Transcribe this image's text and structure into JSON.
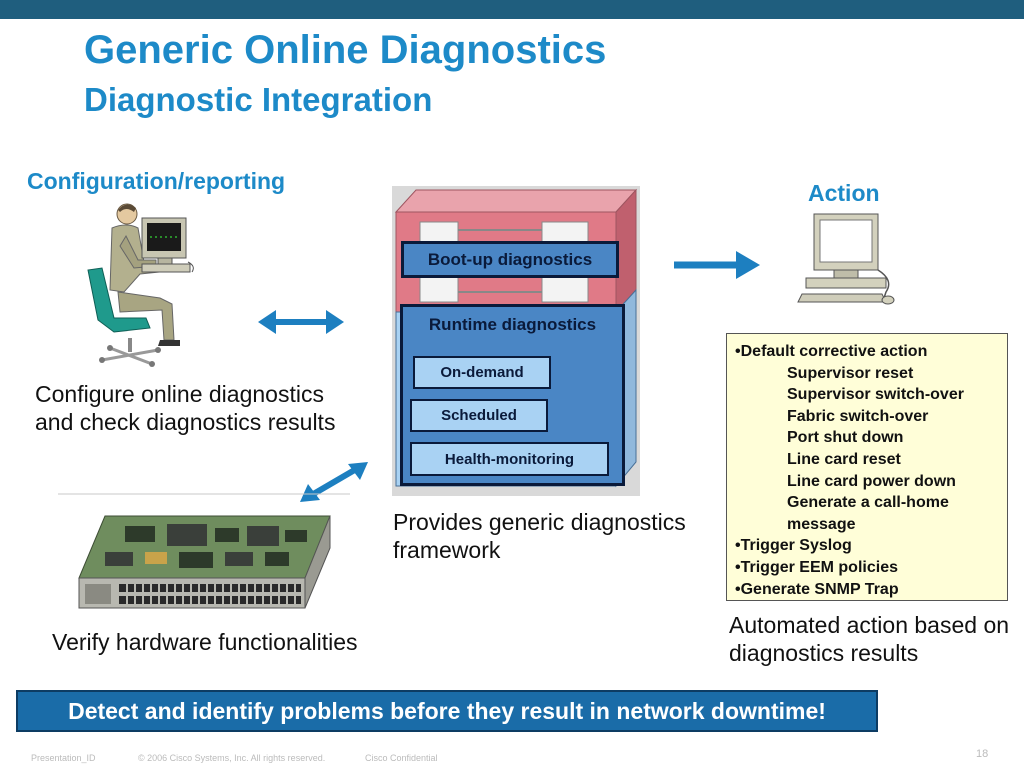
{
  "title": "Generic Online Diagnostics",
  "subtitle": "Diagnostic Integration",
  "labels": {
    "config_reporting": "Configuration/reporting",
    "action": "Action"
  },
  "captions": {
    "configure": [
      "Configure online diagnostics",
      "and check diagnostics results"
    ],
    "verify": "Verify hardware functionalities",
    "framework": [
      "Provides generic diagnostics",
      "framework"
    ],
    "automated": [
      "Automated action based on",
      "diagnostics results"
    ]
  },
  "framework_boxes": {
    "bootup": "Boot-up diagnostics",
    "runtime": "Runtime diagnostics",
    "on_demand": "On-demand",
    "scheduled": "Scheduled",
    "health": "Health-monitoring"
  },
  "actions": [
    {
      "text": "Default corrective action",
      "bullet": "•",
      "sub": [
        "Supervisor reset",
        "Supervisor switch-over",
        "Fabric switch-over",
        "Port shut down",
        "Line card reset",
        "Line card power down",
        "Generate a call-home message"
      ]
    },
    {
      "text": "Trigger Syslog",
      "bullet": "•"
    },
    {
      "text": "Trigger EEM policies",
      "bullet": "•"
    },
    {
      "text": "Generate SNMP Trap",
      "bullet": "•"
    }
  ],
  "banner": "Detect and identify problems before they result in network downtime!",
  "footer": {
    "presentation_id": "Presentation_ID",
    "copyright": "© 2006 Cisco Systems, Inc. All rights reserved.",
    "confidential": "Cisco Confidential",
    "page": "18"
  },
  "colors": {
    "accent": "#1d8ac8",
    "topbar": "#1f5e7e",
    "banner": "#1a6ca8",
    "boot_layer": "#e07a87",
    "runtime_layer": "#4a86c5",
    "light_box": "#a9d2f3"
  }
}
